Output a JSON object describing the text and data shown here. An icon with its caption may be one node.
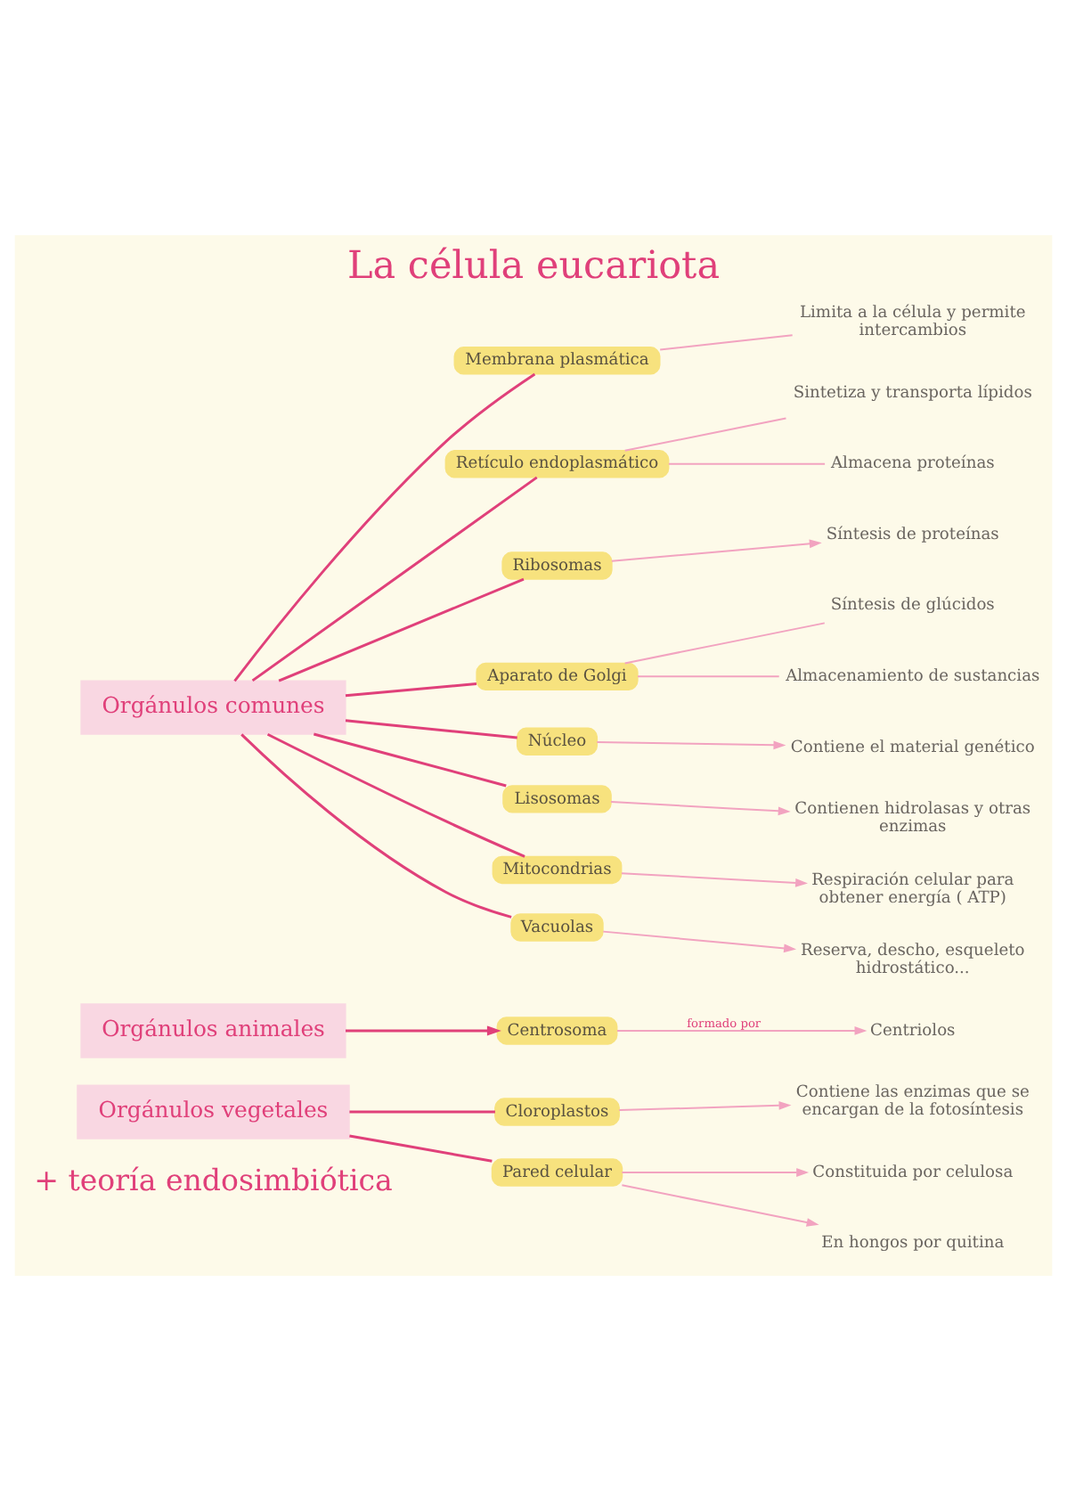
{
  "diagram": {
    "title": "La célula eucariota",
    "nodes": [
      {
        "text": [
          "Orgánulos comunes"
        ]
      },
      {
        "text": [
          "Membrana plasmática"
        ]
      },
      {
        "text": [
          "Limita a la célula y permite intercambios"
        ]
      },
      {
        "text": [
          "Retículo endoplasmático"
        ]
      },
      {
        "text": [
          "Sintetiza y transporta lípidos"
        ]
      },
      {
        "text": [
          "Almacena proteínas"
        ]
      },
      {
        "text": [
          "Ribosomas"
        ]
      },
      {
        "text": [
          "Síntesis de proteínas"
        ]
      },
      {
        "text": [
          "Aparato de Golgi"
        ]
      },
      {
        "text": [
          "Síntesis de glúcidos"
        ]
      },
      {
        "text": [
          "Almacenamiento de sustancias"
        ]
      },
      {
        "text": [
          "Núcleo"
        ]
      },
      {
        "text": [
          "Contiene el material genético"
        ]
      },
      {
        "text": [
          "Lisosomas"
        ]
      },
      {
        "text": [
          "Contienen hidrolasas y otras enzimas"
        ]
      },
      {
        "text": [
          "Mitocondrias"
        ]
      },
      {
        "text": [
          "Respiración celular para obtener energía ( ATP)"
        ]
      },
      {
        "text": [
          "Vacuolas"
        ]
      },
      {
        "text": [
          "Reserva, descho, esqueleto hidrostático..."
        ]
      },
      {
        "text": [
          "Orgánulos animales"
        ]
      },
      {
        "text": [
          "Centrosoma"
        ]
      },
      {
        "text": [
          "Centriolos"
        ]
      },
      {
        "text": [
          "Orgánulos vegetales"
        ]
      },
      {
        "text": [
          "Cloroplastos"
        ]
      },
      {
        "text": [
          "Contiene las enzimas que se encargan de la fotosíntesis"
        ]
      },
      {
        "text": [
          "Pared celular"
        ]
      },
      {
        "text": [
          "Constituida por celulosa"
        ]
      },
      {
        "text": [
          "En hongos por quitina"
        ]
      }
    ],
    "edges": [
      {
        "from": 0,
        "to": 1,
        "arrow": "none",
        "color": "#e0407a"
      },
      {
        "from": 0,
        "to": 3,
        "arrow": "none",
        "color": "#e0407a"
      },
      {
        "from": 0,
        "to": 6,
        "arrow": "none",
        "color": "#e0407a"
      },
      {
        "from": 0,
        "to": 8,
        "arrow": "none",
        "color": "#e0407a"
      },
      {
        "from": 0,
        "to": 11,
        "arrow": "none",
        "color": "#e0407a"
      },
      {
        "from": 0,
        "to": 13,
        "arrow": "none",
        "color": "#e0407a"
      },
      {
        "from": 0,
        "to": 15,
        "arrow": "none",
        "color": "#e0407a"
      },
      {
        "from": 0,
        "to": 17,
        "arrow": "none",
        "color": "#e0407a"
      },
      {
        "from": 1,
        "to": 2,
        "arrow": "none"
      },
      {
        "from": 3,
        "to": 4,
        "arrow": "none"
      },
      {
        "from": 3,
        "to": 5,
        "arrow": "none"
      },
      {
        "from": 6,
        "to": 7,
        "arrow": "to"
      },
      {
        "from": 8,
        "to": 9,
        "arrow": "none"
      },
      {
        "from": 8,
        "to": 10,
        "arrow": "none"
      },
      {
        "from": 11,
        "to": 12,
        "arrow": "to"
      },
      {
        "from": 13,
        "to": 14,
        "arrow": "to"
      },
      {
        "from": 15,
        "to": 16,
        "arrow": "to"
      },
      {
        "from": 17,
        "to": 18,
        "arrow": "to"
      },
      {
        "from": 19,
        "to": 20,
        "arrow": "to",
        "color": "#e0407a"
      },
      {
        "from": 20,
        "to": 21,
        "arrow": "to",
        "label": "formado por"
      },
      {
        "from": 22,
        "to": 23,
        "arrow": "none",
        "color": "#e0407a"
      },
      {
        "from": 22,
        "to": 25,
        "arrow": "none",
        "color": "#e0407a"
      },
      {
        "from": 23,
        "to": 24,
        "arrow": "to"
      },
      {
        "from": 25,
        "to": 26,
        "arrow": "to"
      },
      {
        "from": 25,
        "to": 27,
        "arrow": "to"
      }
    ],
    "labels": [
      "+ teoría endosimbiótica"
    ]
  }
}
